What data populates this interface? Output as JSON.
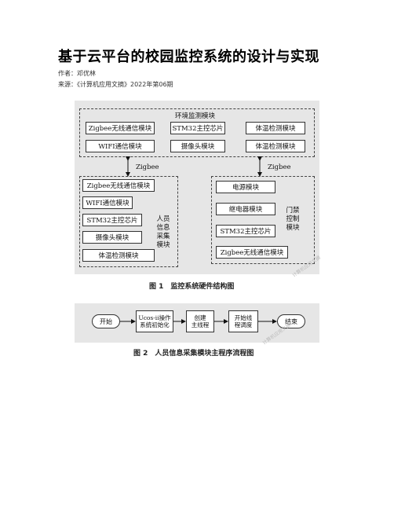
{
  "document": {
    "title": "基于云平台的校园监控系统的设计与实现",
    "author": "作者：邓优林",
    "source": "来源：《计算机应用文摘》2022年第06期"
  },
  "figure1": {
    "caption": "图 1　监控系统硬件结构图",
    "env_group": {
      "label": "环境监测模块",
      "boxes": [
        "Zigbee无线通信模块",
        "STM32主控芯片",
        "体温检测模块",
        "WIFI通信模块",
        "摄像头模块",
        "体温检测模块"
      ]
    },
    "link_left": "Zigbee",
    "link_right": "Zigbee",
    "person_group": {
      "label": "人员信息采集模块",
      "label_lines": [
        "人员",
        "信息",
        "采集",
        "模块"
      ],
      "boxes": [
        "Zigbee无线通信模块",
        "WIFI通信模块",
        "STM32主控芯片",
        "摄像头模块",
        "体温检测模块"
      ]
    },
    "door_group": {
      "label": "门禁控制模块",
      "label_lines": [
        "门禁",
        "控制",
        "模块"
      ],
      "boxes": [
        "电源模块",
        "继电器模块",
        "STM32主控芯片",
        "Zigbee无线通信模块"
      ]
    }
  },
  "figure2": {
    "caption": "图 2　人员信息采集模块主程序流程图",
    "steps": [
      "开始",
      "Ucos-ii操作系统初始化",
      "创建主线程",
      "开始线程调度",
      "结束"
    ],
    "step_lines": [
      [
        "开始"
      ],
      [
        "Ucos-ii操作",
        "系统初始化"
      ],
      [
        "创建",
        "主线程"
      ],
      [
        "开始线",
        "程调度"
      ],
      [
        "结束"
      ]
    ]
  }
}
